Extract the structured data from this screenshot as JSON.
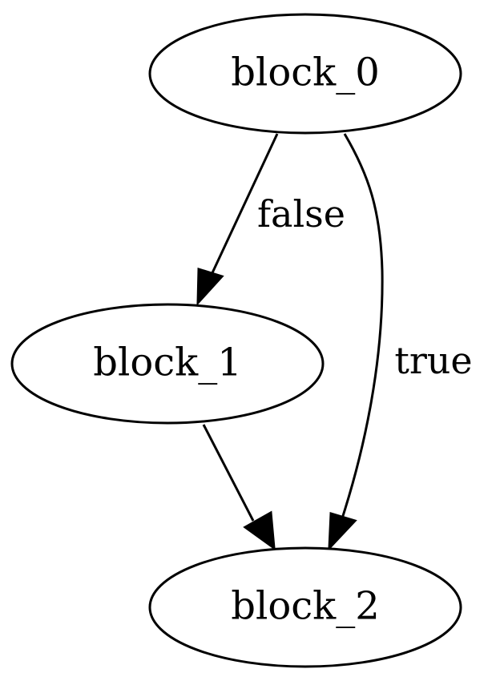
{
  "graph": {
    "nodes": [
      {
        "id": "block_0",
        "label": "block_0"
      },
      {
        "id": "block_1",
        "label": "block_1"
      },
      {
        "id": "block_2",
        "label": "block_2"
      }
    ],
    "edges": [
      {
        "from": "block_0",
        "to": "block_1",
        "label": "false"
      },
      {
        "from": "block_0",
        "to": "block_2",
        "label": "true"
      },
      {
        "from": "block_1",
        "to": "block_2",
        "label": ""
      }
    ]
  }
}
